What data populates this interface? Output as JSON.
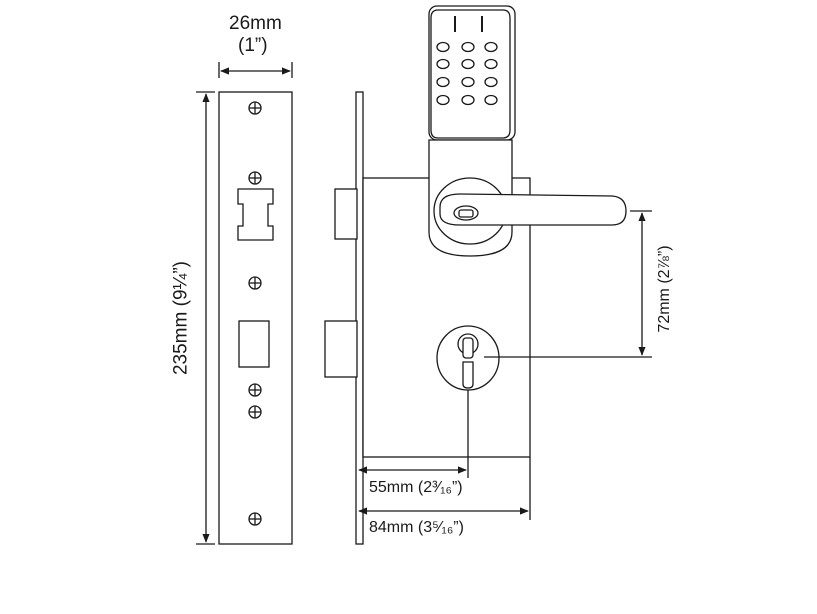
{
  "dimensions": {
    "width_mm": "26mm",
    "width_in": "(1”)",
    "height": "235mm (9¼”)",
    "handle_to_cylinder": "72mm (2⅞”)",
    "backset": "55mm (2³⁄₁₆”)",
    "case_depth": "84mm (3⁵⁄₁₆”)"
  },
  "colors": {
    "line": "#1a1a1a",
    "fill": "#ffffff"
  },
  "icons": {
    "screw": "screw-head-icon",
    "keypad": "keypad-icon",
    "keyhole": "keyhole-icon"
  }
}
